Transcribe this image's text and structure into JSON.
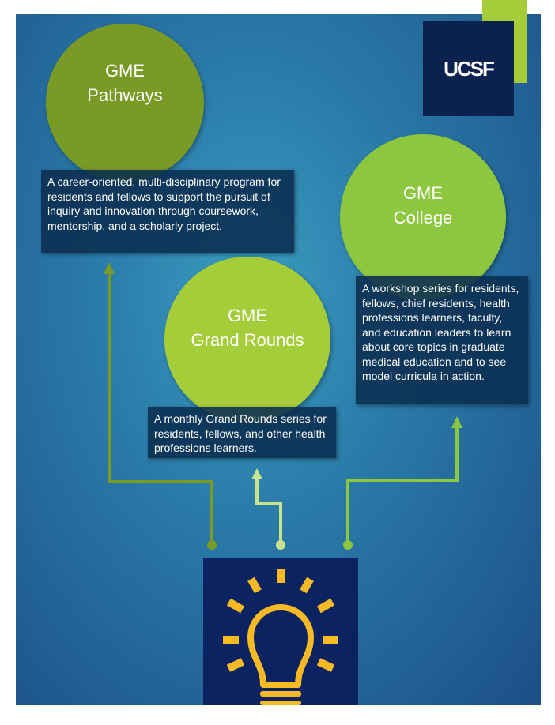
{
  "logo": {
    "text": "UCSF"
  },
  "cards": [
    {
      "title_line1": "GME",
      "title_line2": "Pathways",
      "description": "A career-oriented, multi-disciplinary program for residents and fellows to support the pursuit of inquiry and innovation through coursework, mentorship, and a scholarly project."
    },
    {
      "title_line1": "GME",
      "title_line2": "College",
      "description": "A workshop series for residents, fellows, chief residents, health professions learners, faculty, and education leaders to learn about core topics in graduate medical education and to see model curricula in action."
    },
    {
      "title_line1": "GME",
      "title_line2": "Grand Rounds",
      "description": "A monthly Grand Rounds series for residents, fellows, and other health professions learners."
    }
  ],
  "colors": {
    "bulb": "#f7b924",
    "navy": "#0b2461",
    "lime": "#a6cc3a"
  },
  "icons": [
    "lightbulb-icon"
  ]
}
